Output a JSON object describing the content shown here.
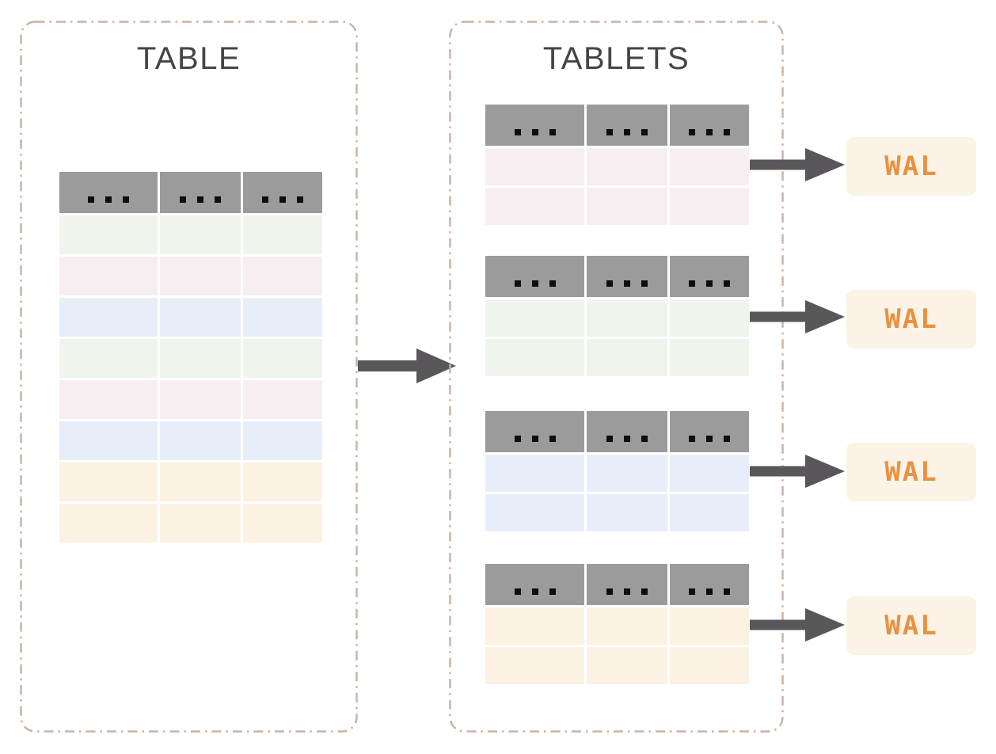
{
  "colors": {
    "border": "#ccb3a2",
    "header_gray": "#9b9b9b",
    "dot_black": "#0e0e0e",
    "arrow_gray": "#59575a",
    "title_gray": "#454545",
    "row_green": "#eff4ec",
    "row_pink": "#f6eef0",
    "row_blue": "#e8eef9",
    "row_orange": "#fcf2e3",
    "wal_bg": "#fbf3e6",
    "wal_text": "#e99141"
  },
  "left_panel": {
    "title": "TABLE",
    "table": {
      "columns": 3,
      "header_ellipsis": "...",
      "rows": [
        "green",
        "pink",
        "blue",
        "green",
        "pink",
        "blue",
        "orange",
        "orange"
      ]
    }
  },
  "right_panel": {
    "title": "TABLETS",
    "header_ellipsis": "...",
    "tablets": [
      {
        "rows": [
          "pink",
          "pink"
        ],
        "wal_label": "WAL"
      },
      {
        "rows": [
          "green",
          "green"
        ],
        "wal_label": "WAL"
      },
      {
        "rows": [
          "blue",
          "blue"
        ],
        "wal_label": "WAL"
      },
      {
        "rows": [
          "orange",
          "orange"
        ],
        "wal_label": "WAL"
      }
    ]
  }
}
